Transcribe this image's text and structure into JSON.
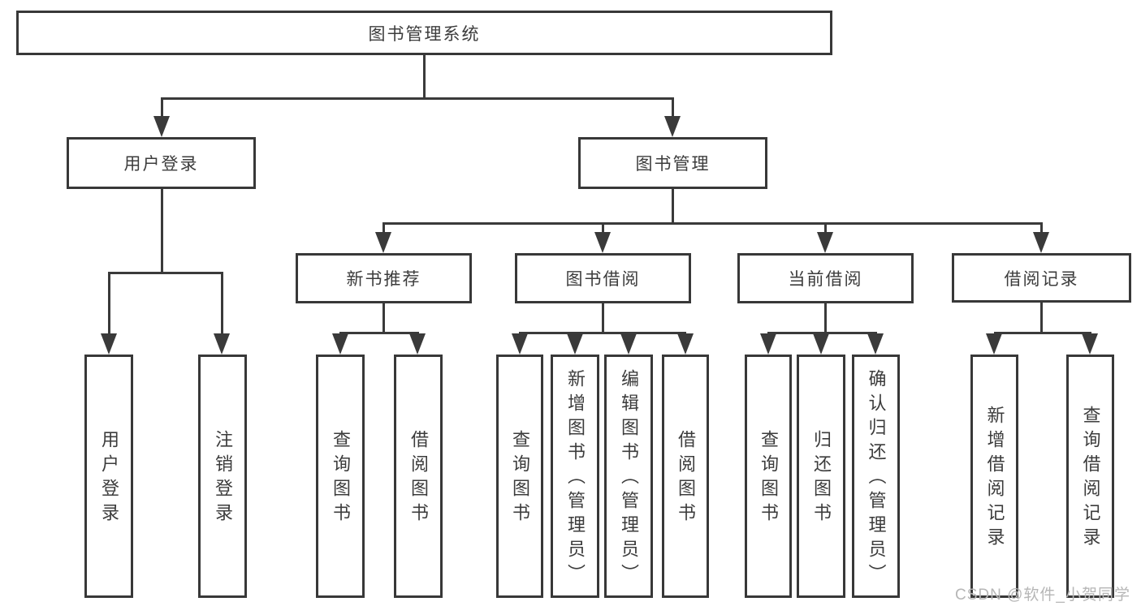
{
  "colors": {
    "line": "#3a3a3a",
    "border": "#383838",
    "text": "#3c3c3c",
    "watermark": "#b6b6b6",
    "background": "#ffffff"
  },
  "nodes": {
    "root": {
      "label": "图书管理系统"
    },
    "level2": [
      {
        "label": "用户登录"
      },
      {
        "label": "图书管理"
      }
    ],
    "level3": [
      {
        "label": "新书推荐"
      },
      {
        "label": "图书借阅"
      },
      {
        "label": "当前借阅"
      },
      {
        "label": "借阅记录"
      }
    ],
    "leaves": {
      "user_login": [
        "用户登录",
        "注销登录"
      ],
      "new_book_recommend": [
        "查询图书",
        "借阅图书"
      ],
      "book_borrow": [
        "查询图书",
        "新增图书（管理员）",
        "编辑图书（管理员）",
        "借阅图书"
      ],
      "current_borrow": [
        "查询图书",
        "归还图书",
        "确认归还（管理员）"
      ],
      "borrow_records": [
        "新增借阅记录",
        "查询借阅记录"
      ]
    }
  },
  "watermark": {
    "text": "CSDN @软件_小贺同学"
  }
}
